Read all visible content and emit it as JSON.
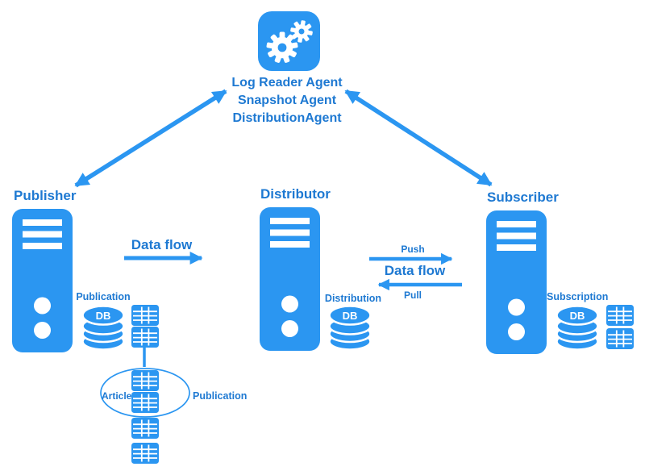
{
  "colors": {
    "primary": "#2B96F1",
    "label_text": "#1E79D2"
  },
  "agents": {
    "lines": [
      "Log Reader Agent",
      "Snapshot Agent",
      "DistributionAgent"
    ]
  },
  "publisher": {
    "label": "Publisher",
    "db_caption": "Publication",
    "db_text": "DB"
  },
  "distributor": {
    "label": "Distributor",
    "db_caption": "Distribution",
    "db_text": "DB"
  },
  "subscriber": {
    "label": "Subscriber",
    "db_caption": "Subscription",
    "db_text": "DB"
  },
  "flows": {
    "pub_to_dist_label": "Data flow",
    "dist_to_sub_label": "Data flow",
    "push_label": "Push",
    "pull_label": "Pull"
  },
  "publication_grouping": {
    "article_label": "Article",
    "publication_label": "Publication"
  }
}
